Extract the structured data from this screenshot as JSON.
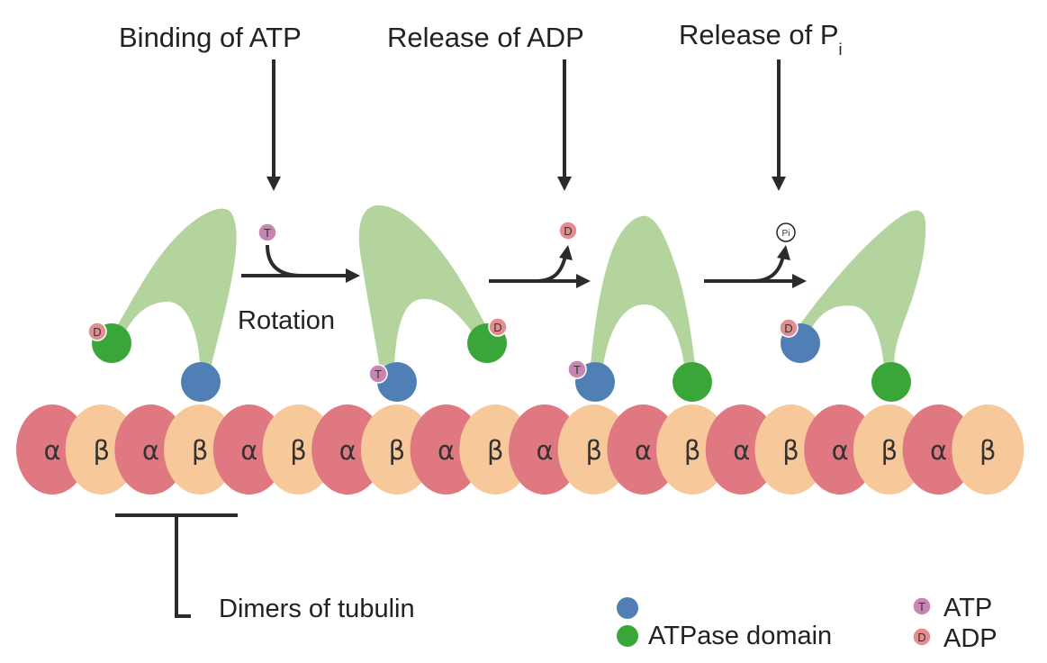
{
  "steps": {
    "binding": "Binding of ATP",
    "release_adp": "Release of ADP",
    "release_pi_main": "Release of P",
    "release_pi_sub": "i"
  },
  "rotation_label": "Rotation",
  "dimers_label": "Dimers of tubulin",
  "tubulin": {
    "alpha": "α",
    "beta": "β",
    "pairs": 10,
    "alpha_color": "#e07882",
    "beta_color": "#f7c99a"
  },
  "badges": {
    "atp": "T",
    "adp": "D",
    "pi": "Pi",
    "atp_color": "#c985b2",
    "adp_color": "#e48d90"
  },
  "legend": {
    "atpase_domain": "ATPase domain",
    "atp": "ATP",
    "adp": "ADP",
    "head_blue": "#4f7fb5",
    "head_green": "#3aa63a"
  },
  "colors": {
    "motor_body": "#b3d49c",
    "arrow": "#2b2b2b"
  }
}
